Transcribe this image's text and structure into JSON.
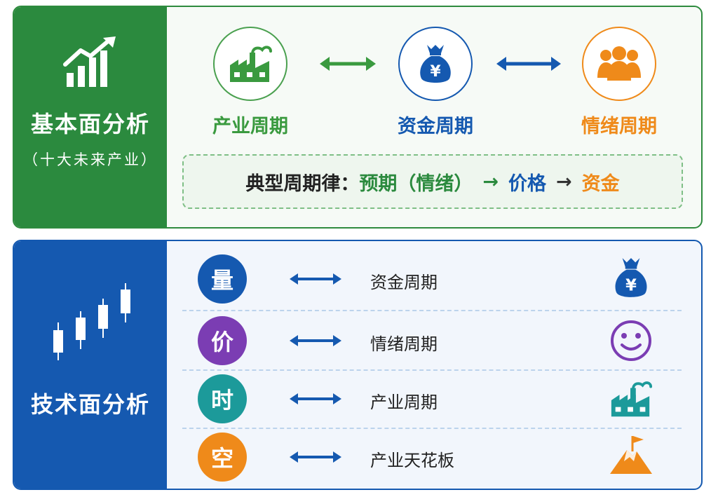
{
  "fundamental": {
    "title": "基本面分析",
    "subtitle": "（十大未来产业）",
    "icon": "growth-chart-icon",
    "color": "#2b8a3e",
    "cycles": [
      {
        "label": "产业周期",
        "icon": "factory-icon",
        "color": "#3a9a3f"
      },
      {
        "label": "资金周期",
        "icon": "money-bag-icon",
        "color": "#1559b0"
      },
      {
        "label": "情绪周期",
        "icon": "people-icon",
        "color": "#ef8a1a"
      }
    ],
    "law": {
      "prefix": "典型周期律：",
      "step1": "预期（情绪）",
      "arrow1": "→",
      "step2": "价格",
      "arrow2": "→",
      "step3": "资金"
    }
  },
  "technical": {
    "title": "技术面分析",
    "icon": "candlestick-icon",
    "color": "#1559b0",
    "rows": [
      {
        "char": "量",
        "text": "资金周期",
        "color": "#1559b0",
        "icon": "money-bag-icon",
        "icon_color": "#1559b0"
      },
      {
        "char": "价",
        "text": "情绪周期",
        "color": "#7b3db3",
        "icon": "smiley-icon",
        "icon_color": "#7b3db3"
      },
      {
        "char": "时",
        "text": "产业周期",
        "color": "#1c9a9a",
        "icon": "factory-icon",
        "icon_color": "#1c9a9a"
      },
      {
        "char": "空",
        "text": "产业天花板",
        "color": "#ef8a1a",
        "icon": "mountain-flag-icon",
        "icon_color": "#ef8a1a"
      }
    ]
  }
}
